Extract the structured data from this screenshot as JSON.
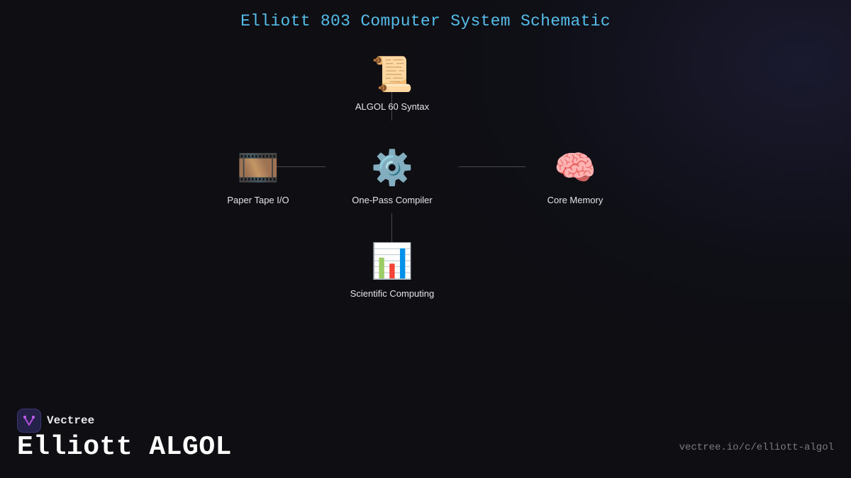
{
  "diagram": {
    "title": "Elliott 803 Computer System Schematic",
    "nodes": [
      {
        "id": "syntax",
        "label": "ALGOL 60 Syntax",
        "icon": "scroll-icon",
        "glyph": "📜"
      },
      {
        "id": "tape",
        "label": "Paper Tape I/O",
        "icon": "film-strip-icon",
        "glyph": "🎞️"
      },
      {
        "id": "compiler",
        "label": "One-Pass Compiler",
        "icon": "gear-icon",
        "glyph": "⚙️"
      },
      {
        "id": "memory",
        "label": "Core Memory",
        "icon": "brain-icon",
        "glyph": "🧠"
      },
      {
        "id": "science",
        "label": "Scientific Computing",
        "icon": "bar-chart-icon",
        "glyph": "📊"
      }
    ],
    "edges": [
      {
        "from": "syntax",
        "to": "compiler"
      },
      {
        "from": "tape",
        "to": "compiler"
      },
      {
        "from": "compiler",
        "to": "memory"
      },
      {
        "from": "compiler",
        "to": "science"
      }
    ],
    "colors": {
      "title": "#55bde9",
      "background": "#0e0e13",
      "edge": "#4a4a52"
    }
  },
  "footer": {
    "brand": "Vectree",
    "title": "Elliott ALGOL",
    "url": "vectree.io/c/elliott-algol"
  }
}
